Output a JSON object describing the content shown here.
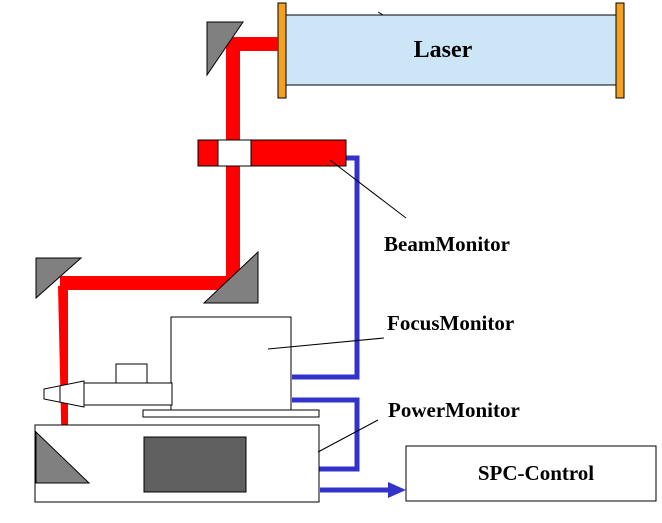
{
  "labels": {
    "laser": "Laser",
    "beam_monitor": "BeamMonitor",
    "focus_monitor": "FocusMonitor",
    "power_monitor": "PowerMonitor",
    "spc_control": "SPC-Control"
  },
  "colors": {
    "beam": "#ff0000",
    "signal_line": "#3333cc",
    "laser_tube": "#cce6f7",
    "laser_end_cap": "#f4a020",
    "mirror": "#808080",
    "dark_block": "#606060",
    "outline": "#000000"
  },
  "icons": {
    "mirror": "triangle-mirror",
    "arrow": "arrow-right"
  }
}
